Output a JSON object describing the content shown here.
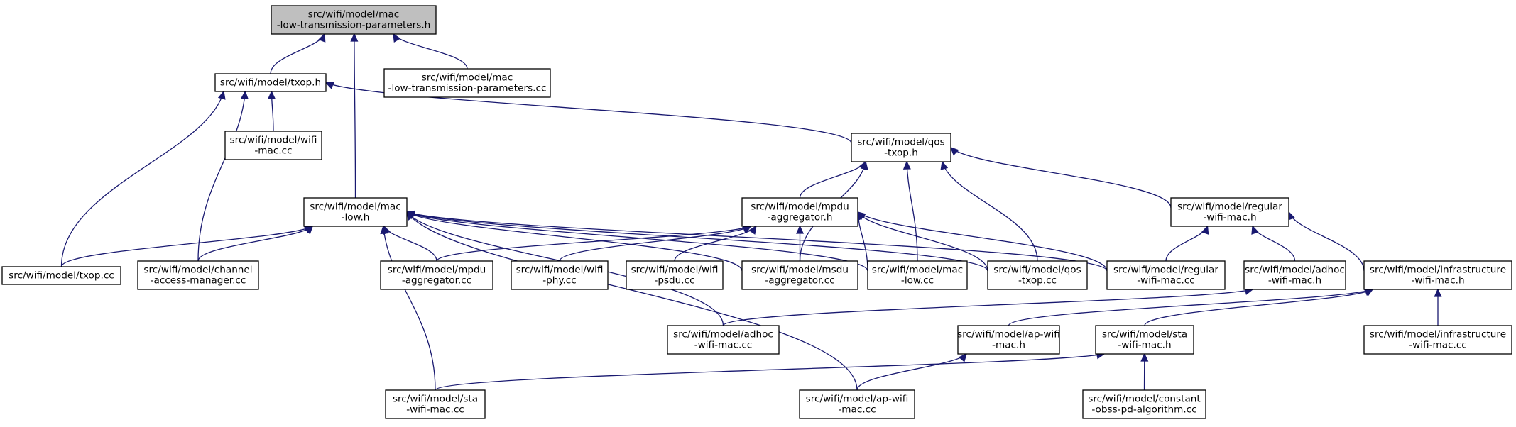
{
  "colors": {
    "edge": "#191970",
    "root_fill": "#bfbfbf",
    "node_fill": "#ffffff",
    "node_border": "#000000"
  },
  "nodes": [
    {
      "id": "root",
      "lines": [
        "src/wifi/model/mac",
        "-low-transmission-parameters.h"
      ],
      "root": true
    },
    {
      "id": "txop_h",
      "lines": [
        "src/wifi/model/txop.h"
      ]
    },
    {
      "id": "mltp_cc",
      "lines": [
        "src/wifi/model/mac",
        "-low-transmission-parameters.cc"
      ]
    },
    {
      "id": "wifi_mac_cc",
      "lines": [
        "src/wifi/model/wifi",
        "-mac.cc"
      ]
    },
    {
      "id": "qos_txop_h",
      "lines": [
        "src/wifi/model/qos",
        "-txop.h"
      ]
    },
    {
      "id": "mac_low_h",
      "lines": [
        "src/wifi/model/mac",
        "-low.h"
      ]
    },
    {
      "id": "mpdu_agg_h",
      "lines": [
        "src/wifi/model/mpdu",
        "-aggregator.h"
      ]
    },
    {
      "id": "regular_h",
      "lines": [
        "src/wifi/model/regular",
        "-wifi-mac.h"
      ]
    },
    {
      "id": "txop_cc",
      "lines": [
        "src/wifi/model/txop.cc"
      ]
    },
    {
      "id": "cam_cc",
      "lines": [
        "src/wifi/model/channel",
        "-access-manager.cc"
      ]
    },
    {
      "id": "mpdu_agg_cc",
      "lines": [
        "src/wifi/model/mpdu",
        "-aggregator.cc"
      ]
    },
    {
      "id": "wifi_phy_cc",
      "lines": [
        "src/wifi/model/wifi",
        "-phy.cc"
      ]
    },
    {
      "id": "wifi_psdu_cc",
      "lines": [
        "src/wifi/model/wifi",
        "-psdu.cc"
      ]
    },
    {
      "id": "msdu_agg_cc",
      "lines": [
        "src/wifi/model/msdu",
        "-aggregator.cc"
      ]
    },
    {
      "id": "mac_low_cc",
      "lines": [
        "src/wifi/model/mac",
        "-low.cc"
      ]
    },
    {
      "id": "qos_txop_cc",
      "lines": [
        "src/wifi/model/qos",
        "-txop.cc"
      ]
    },
    {
      "id": "regular_cc",
      "lines": [
        "src/wifi/model/regular",
        "-wifi-mac.cc"
      ]
    },
    {
      "id": "adhoc_h",
      "lines": [
        "src/wifi/model/adhoc",
        "-wifi-mac.h"
      ]
    },
    {
      "id": "infra_h",
      "lines": [
        "src/wifi/model/infrastructure",
        "-wifi-mac.h"
      ]
    },
    {
      "id": "adhoc_cc",
      "lines": [
        "src/wifi/model/adhoc",
        "-wifi-mac.cc"
      ]
    },
    {
      "id": "ap_h",
      "lines": [
        "src/wifi/model/ap-wifi",
        "-mac.h"
      ]
    },
    {
      "id": "sta_h",
      "lines": [
        "src/wifi/model/sta",
        "-wifi-mac.h"
      ]
    },
    {
      "id": "infra_cc",
      "lines": [
        "src/wifi/model/infrastructure",
        "-wifi-mac.cc"
      ]
    },
    {
      "id": "sta_cc",
      "lines": [
        "src/wifi/model/sta",
        "-wifi-mac.cc"
      ]
    },
    {
      "id": "ap_cc",
      "lines": [
        "src/wifi/model/ap-wifi",
        "-mac.cc"
      ]
    },
    {
      "id": "obss_cc",
      "lines": [
        "src/wifi/model/constant",
        "-obss-pd-algorithm.cc"
      ]
    }
  ],
  "edges": [
    [
      "root",
      "txop_h"
    ],
    [
      "root",
      "mltp_cc"
    ],
    [
      "root",
      "mac_low_h"
    ],
    [
      "txop_h",
      "wifi_mac_cc"
    ],
    [
      "txop_h",
      "qos_txop_h"
    ],
    [
      "txop_h",
      "txop_cc"
    ],
    [
      "txop_h",
      "cam_cc"
    ],
    [
      "qos_txop_h",
      "mpdu_agg_h"
    ],
    [
      "qos_txop_h",
      "regular_h"
    ],
    [
      "qos_txop_h",
      "msdu_agg_cc"
    ],
    [
      "qos_txop_h",
      "mac_low_cc"
    ],
    [
      "qos_txop_h",
      "qos_txop_cc"
    ],
    [
      "mac_low_h",
      "txop_cc"
    ],
    [
      "mac_low_h",
      "cam_cc"
    ],
    [
      "mac_low_h",
      "mpdu_agg_cc"
    ],
    [
      "mac_low_h",
      "msdu_agg_cc"
    ],
    [
      "mac_low_h",
      "mac_low_cc"
    ],
    [
      "mac_low_h",
      "qos_txop_cc"
    ],
    [
      "mac_low_h",
      "regular_cc"
    ],
    [
      "mac_low_h",
      "adhoc_cc"
    ],
    [
      "mac_low_h",
      "sta_cc"
    ],
    [
      "mac_low_h",
      "ap_cc"
    ],
    [
      "mpdu_agg_h",
      "mpdu_agg_cc"
    ],
    [
      "mpdu_agg_h",
      "wifi_phy_cc"
    ],
    [
      "mpdu_agg_h",
      "wifi_psdu_cc"
    ],
    [
      "mpdu_agg_h",
      "msdu_agg_cc"
    ],
    [
      "mpdu_agg_h",
      "mac_low_cc"
    ],
    [
      "mpdu_agg_h",
      "qos_txop_cc"
    ],
    [
      "mpdu_agg_h",
      "regular_cc"
    ],
    [
      "regular_h",
      "regular_cc"
    ],
    [
      "regular_h",
      "adhoc_h"
    ],
    [
      "regular_h",
      "infra_h"
    ],
    [
      "adhoc_h",
      "adhoc_cc"
    ],
    [
      "infra_h",
      "ap_h"
    ],
    [
      "infra_h",
      "sta_h"
    ],
    [
      "infra_h",
      "infra_cc"
    ],
    [
      "ap_h",
      "ap_cc"
    ],
    [
      "sta_h",
      "sta_cc"
    ],
    [
      "sta_h",
      "obss_cc"
    ]
  ]
}
